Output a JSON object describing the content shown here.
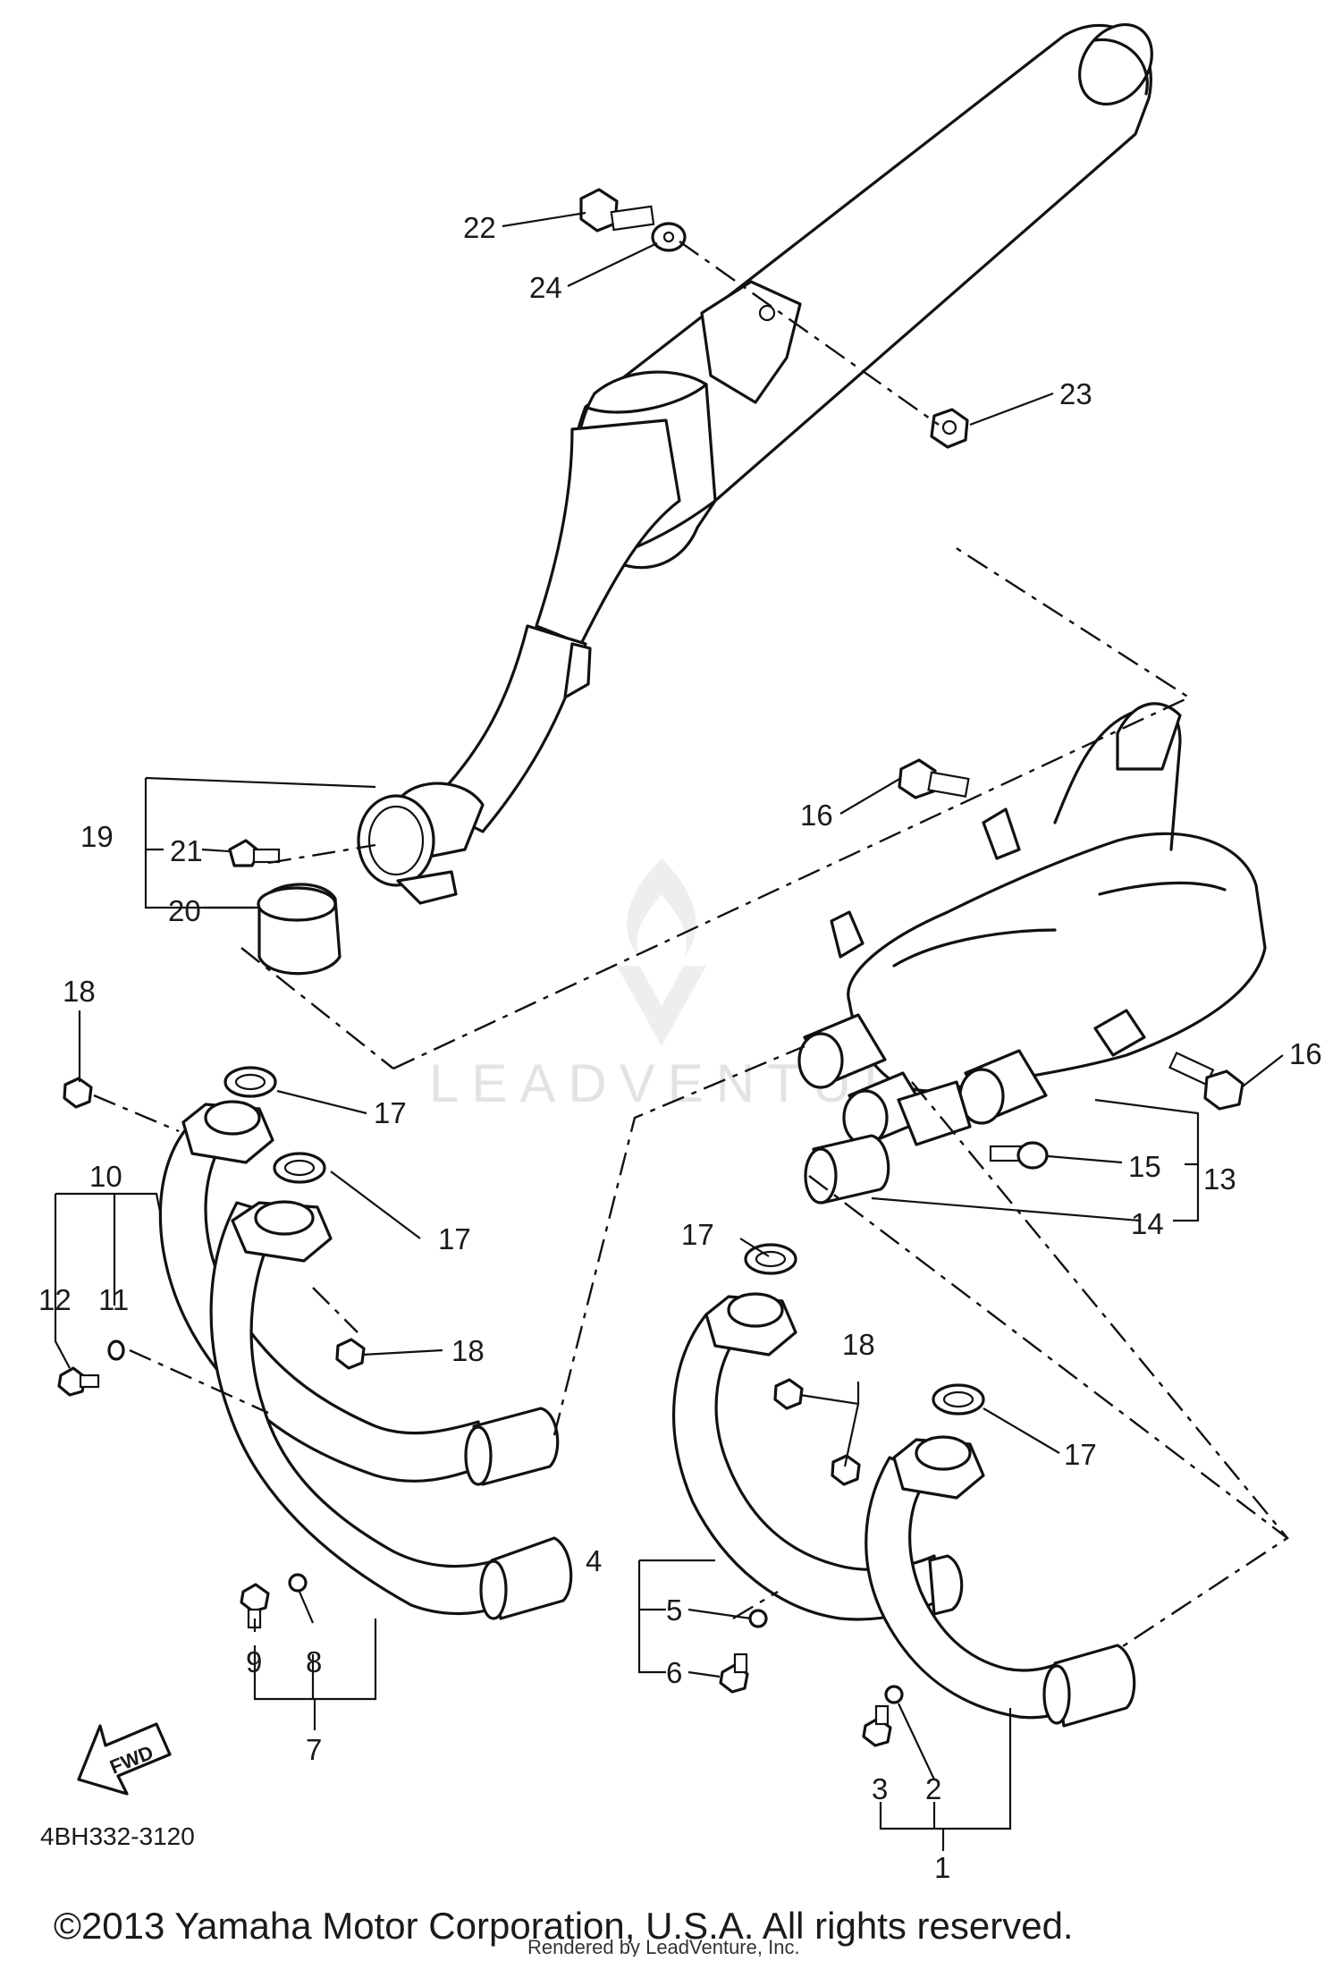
{
  "diagram": {
    "code": "4BH332-3120",
    "copyright": "©2013 Yamaha Motor Corporation, U.S.A. All rights reserved.",
    "rendered_by": "Rendered by LeadVenture, Inc.",
    "watermark": "LEADVENTURE",
    "fwd_label": "FWD",
    "labels": {
      "p1": "1",
      "p2": "2",
      "p3": "3",
      "p4": "4",
      "p5": "5",
      "p6": "6",
      "p7": "7",
      "p8": "8",
      "p9": "9",
      "p10": "10",
      "p11": "11",
      "p12": "12",
      "p13": "13",
      "p14": "14",
      "p15": "15",
      "p16a": "16",
      "p16b": "16",
      "p17a": "17",
      "p17b": "17",
      "p17c": "17",
      "p17d": "17",
      "p18a": "18",
      "p18b": "18",
      "p18c": "18",
      "p19": "19",
      "p20": "20",
      "p21": "21",
      "p22": "22",
      "p23": "23",
      "p24": "24"
    }
  }
}
